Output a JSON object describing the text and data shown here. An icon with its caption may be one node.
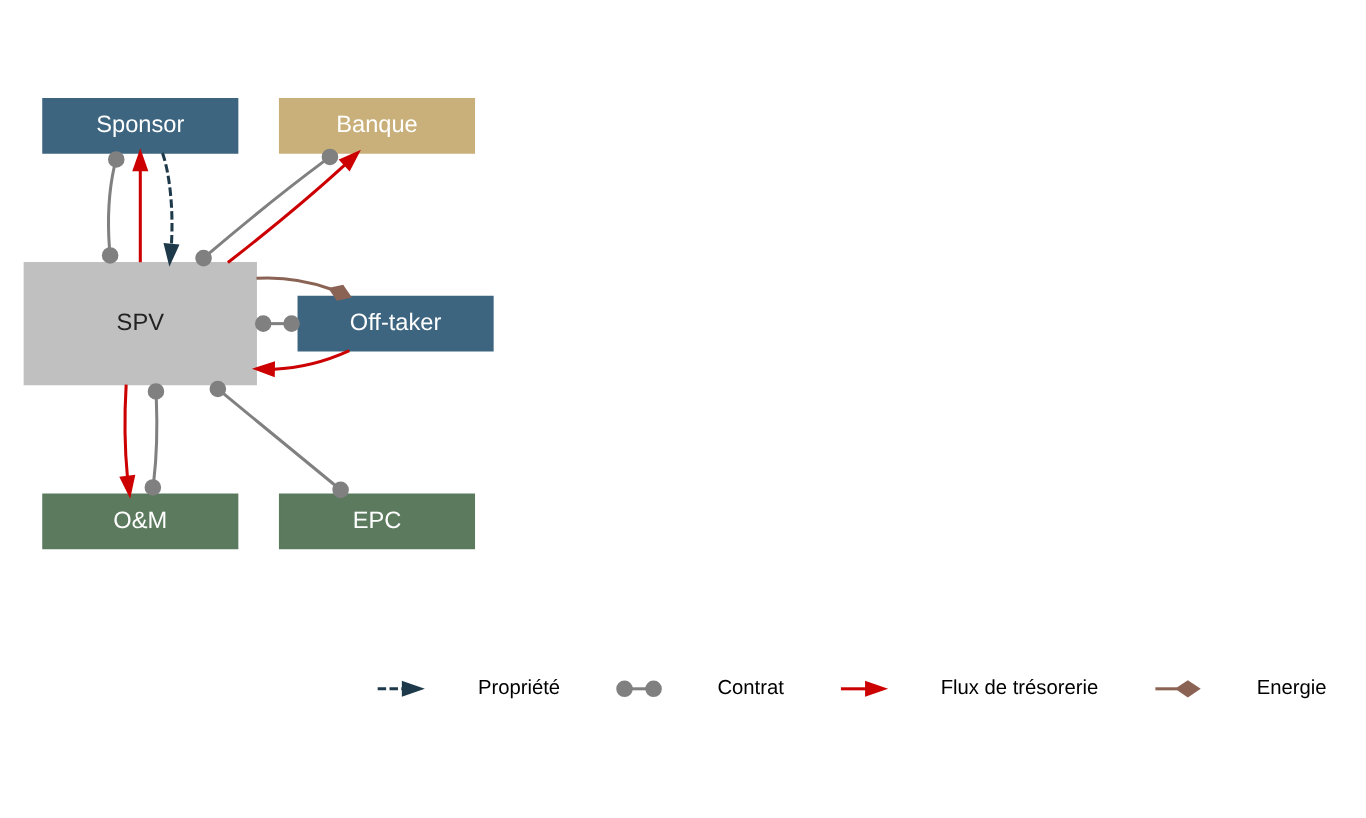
{
  "diagram": {
    "nodes": [
      {
        "text": [
          "Sponsor"
        ]
      },
      {
        "text": [
          "Banque"
        ]
      },
      {
        "text": [
          "SPV"
        ]
      },
      {
        "text": [
          "Off-taker"
        ]
      },
      {
        "text": [
          "EPC"
        ]
      },
      {
        "text": [
          "O&M"
        ]
      }
    ],
    "edges": [
      {
        "from": 0,
        "to": 2,
        "arrow": "other"
      },
      {
        "from": 2,
        "to": 0,
        "arrow": "to",
        "color": "#cc0000"
      },
      {
        "from": 0,
        "to": 2,
        "arrow": "to",
        "style": "dashed",
        "color": "#1e3a4a"
      },
      {
        "from": 1,
        "to": 2,
        "arrow": "other"
      },
      {
        "from": 2,
        "to": 1,
        "arrow": "to",
        "color": "#cc0000"
      },
      {
        "from": 3,
        "to": 2,
        "arrow": "to",
        "color": "#cc0000"
      },
      {
        "from": 3,
        "to": 2,
        "arrow": "other"
      },
      {
        "from": 3,
        "to": 2,
        "arrow": "other",
        "color": "#8b6355"
      },
      {
        "from": 4,
        "to": 2,
        "arrow": "other"
      },
      {
        "from": 5,
        "to": 2,
        "arrow": "other"
      },
      {
        "from": 2,
        "to": 5,
        "arrow": "to",
        "color": "#cc0000"
      }
    ],
    "legend": [
      {
        "text": "Propriété"
      },
      {
        "text": "Contrat"
      },
      {
        "text": "Flux de trésorerie"
      },
      {
        "text": "Energie"
      }
    ]
  }
}
